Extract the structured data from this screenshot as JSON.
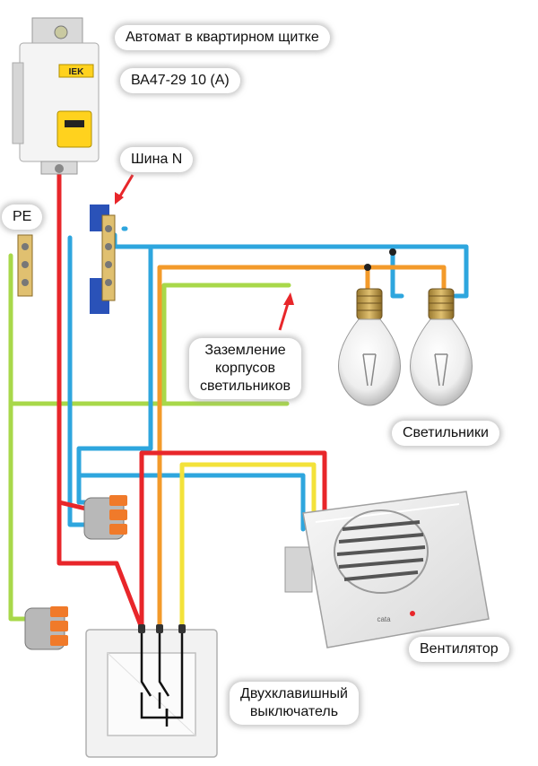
{
  "labels": {
    "breaker_title": "Автомат в квартирном щитке",
    "breaker_model": "ВА47-29 10 (А)",
    "neutral_bus": "Шина N",
    "pe_bus": "PE",
    "grounding_l1": "Заземление",
    "grounding_l2": "корпусов",
    "grounding_l3": "светильников",
    "lamps": "Светильники",
    "fan": "Вентилятор",
    "switch_l1": "Двухклавишный",
    "switch_l2": "выключатель"
  },
  "device_marks": {
    "breaker_logo": "IEK",
    "fan_brand": "cata"
  },
  "wire_colors": {
    "phase": "#e8262a",
    "neutral": "#2ea6de",
    "ground": "#a8d84a",
    "switched_lamps": "#f39a2a",
    "switched_fan": "#f3e23a"
  }
}
